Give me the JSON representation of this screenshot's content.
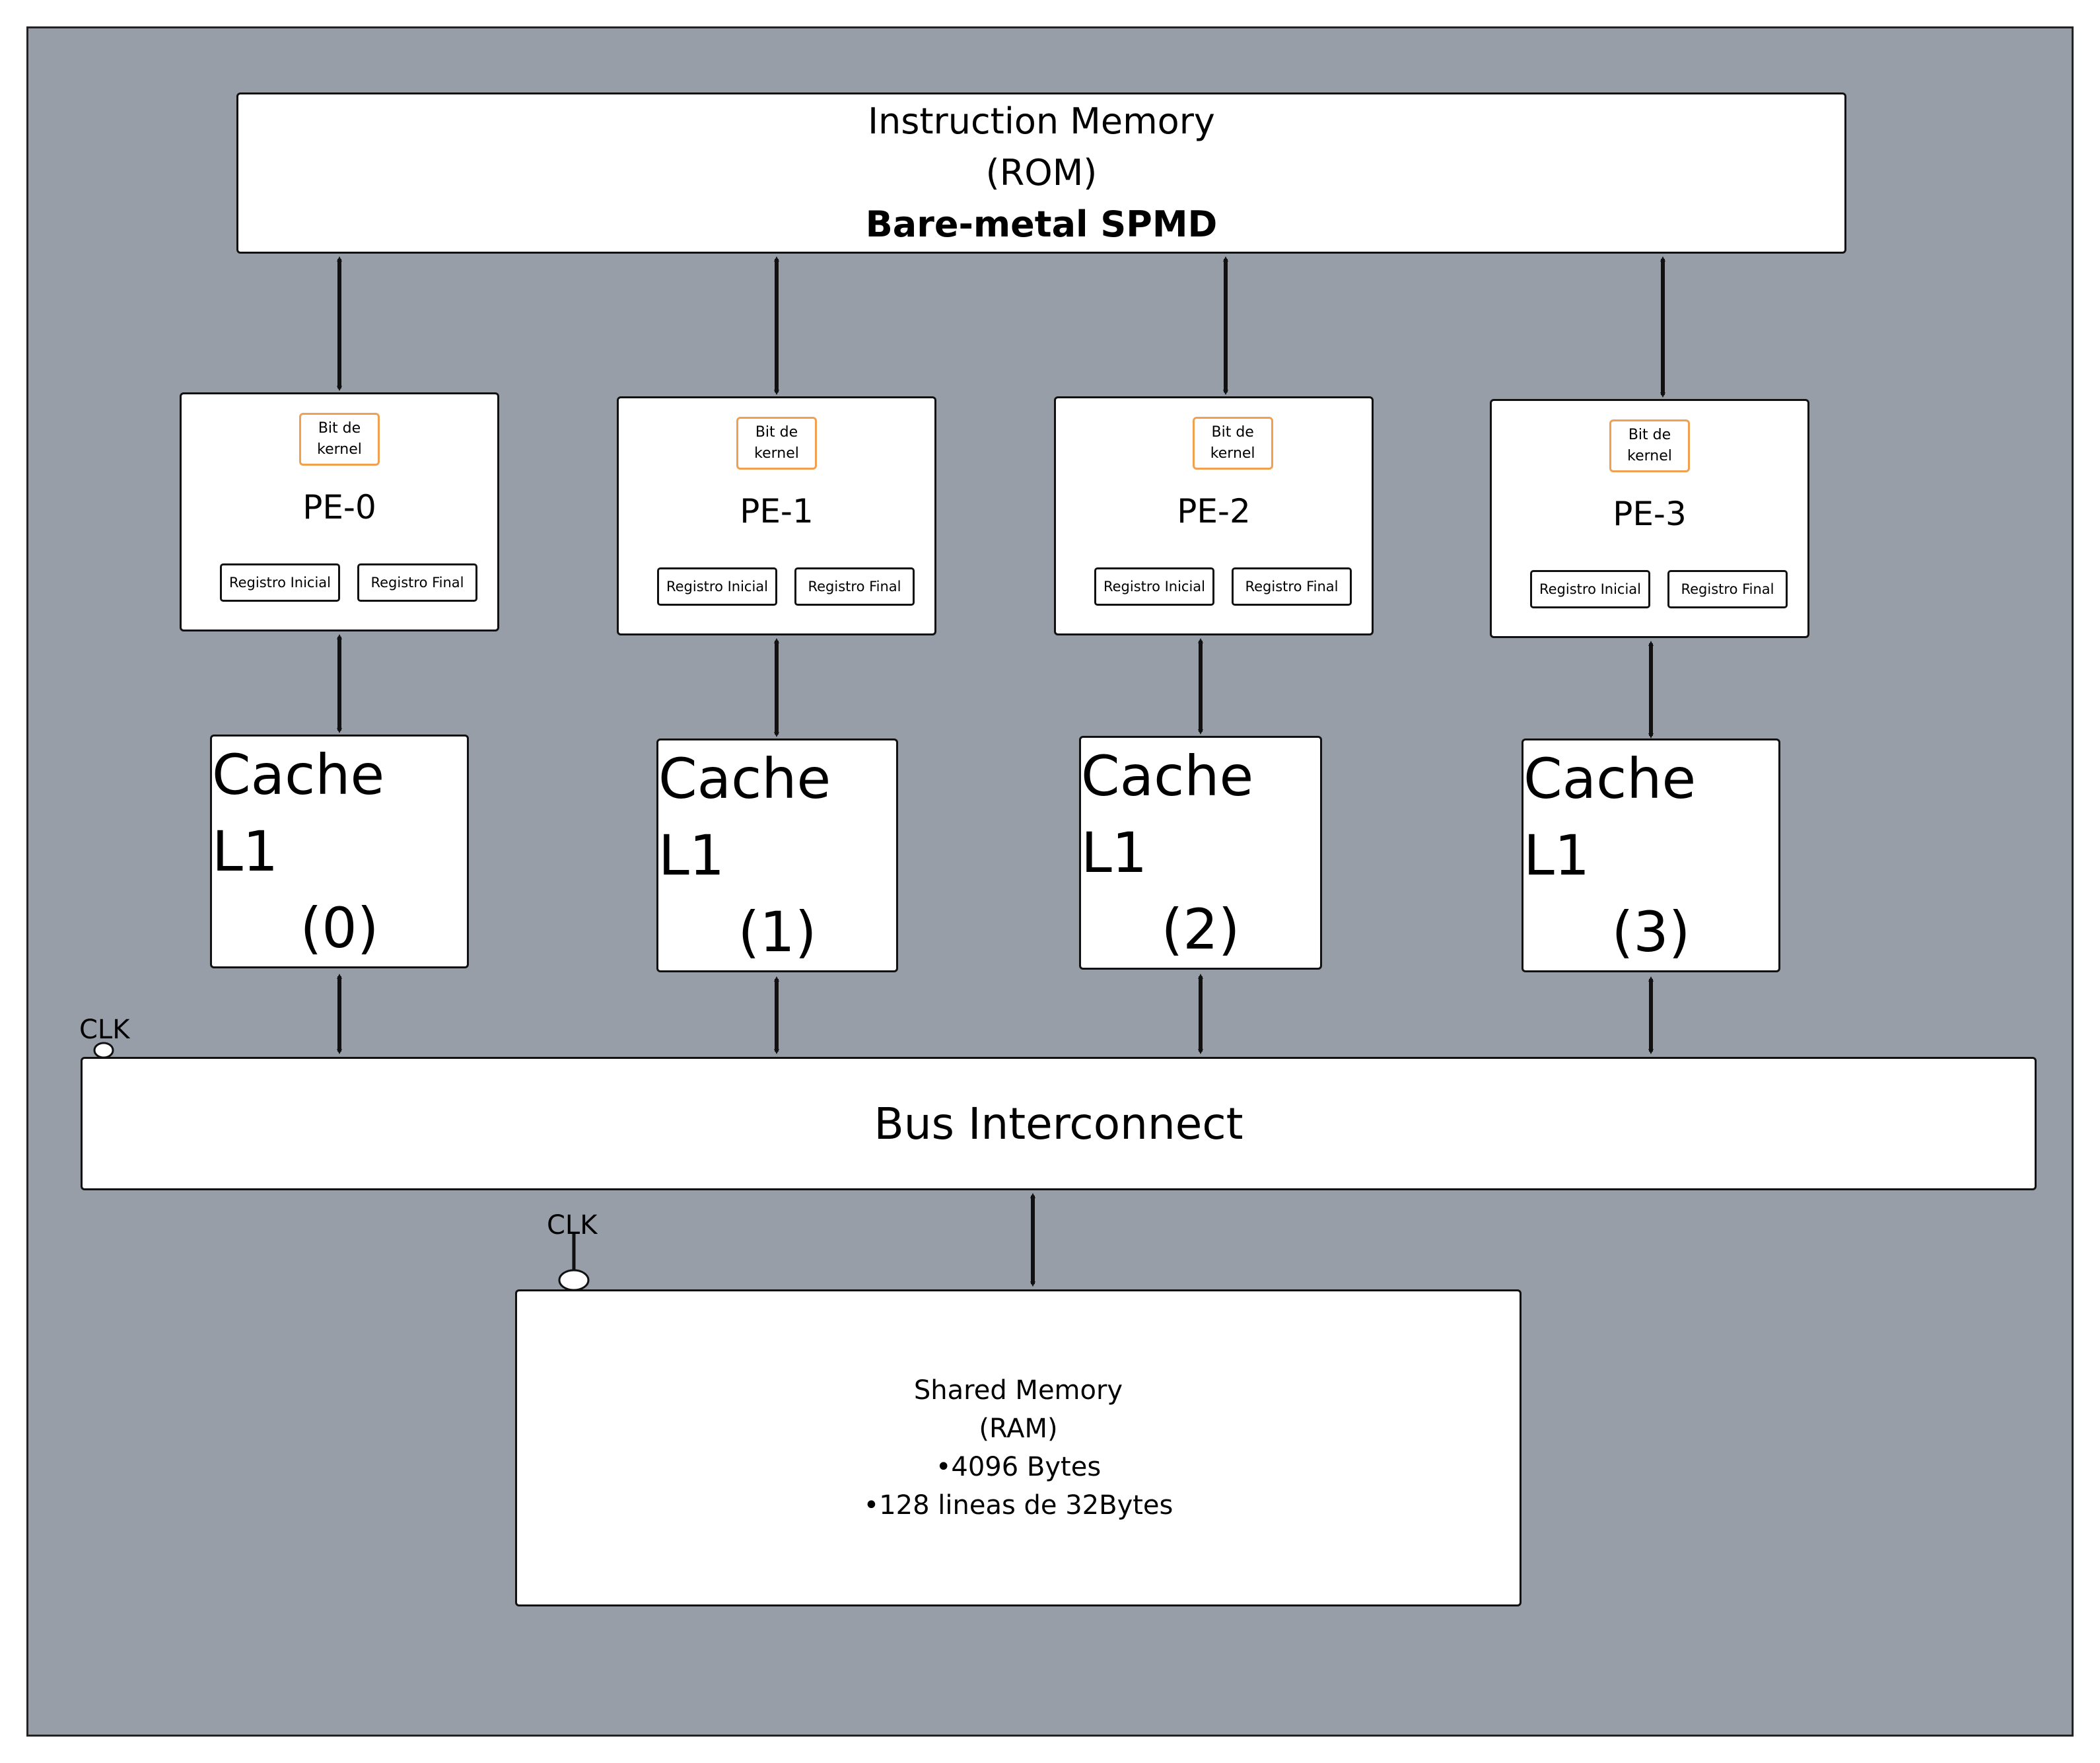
{
  "rom": {
    "line1": "Instruction Memory",
    "line2": "(ROM)",
    "line3": "Bare-metal SPMD"
  },
  "pes": [
    {
      "name": "PE-0",
      "kernel_bit": "Bit de kernel",
      "reg_start": "Registro Inicial",
      "reg_end": "Registro Final"
    },
    {
      "name": "PE-1",
      "kernel_bit": "Bit de kernel",
      "reg_start": "Registro Inicial",
      "reg_end": "Registro Final"
    },
    {
      "name": "PE-2",
      "kernel_bit": "Bit de kernel",
      "reg_start": "Registro Inicial",
      "reg_end": "Registro Final"
    },
    {
      "name": "PE-3",
      "kernel_bit": "Bit de kernel",
      "reg_start": "Registro Inicial",
      "reg_end": "Registro Final"
    }
  ],
  "caches": [
    {
      "line1": "Cache L1",
      "line2": "(0)"
    },
    {
      "line1": "Cache L1",
      "line2": "(1)"
    },
    {
      "line1": "Cache L1",
      "line2": "(2)"
    },
    {
      "line1": "Cache L1",
      "line2": "(3)"
    }
  ],
  "bus": {
    "label": "Bus Interconnect",
    "clk": "CLK"
  },
  "ram": {
    "line1": "Shared Memory",
    "line2": "(RAM)",
    "bullet1": "•4096 Bytes",
    "bullet2": "•128 lineas de 32Bytes",
    "clk": "CLK"
  },
  "colors": {
    "background": "#979ea8",
    "box": "#ffffff",
    "kernel_bit_border": "#f0a050",
    "line": "#111111"
  }
}
